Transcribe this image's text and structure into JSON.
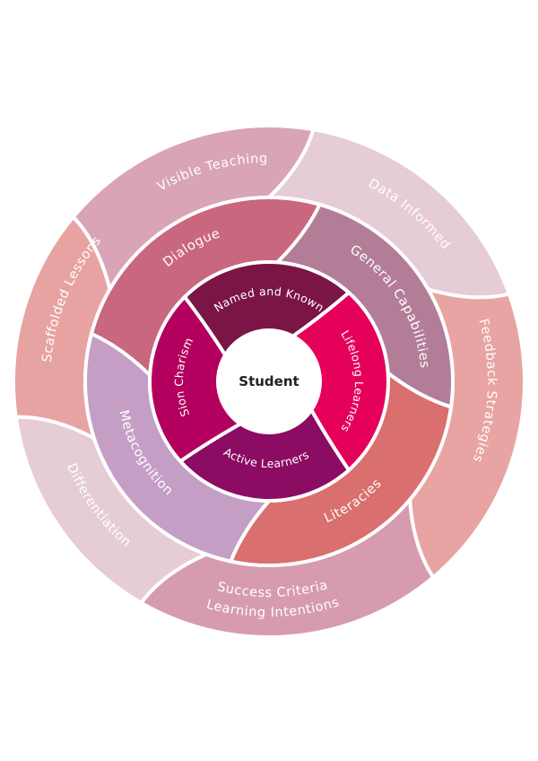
{
  "center": {
    "label": "Student"
  },
  "outer_ring": [
    {
      "label": "Visible Teaching",
      "color": "#d9a4b5"
    },
    {
      "label": "Data Informed",
      "color": "#e6ccd6"
    },
    {
      "label": "Feedback Strategies",
      "color": "#e8a4a2"
    },
    {
      "label": "Learning Intentions",
      "label2": "Success Criteria",
      "color": "#d79bae"
    },
    {
      "label": "Differentiation",
      "color": "#e6ccd5"
    },
    {
      "label": "Scaffolded Lessons",
      "color": "#e7a3a1"
    }
  ],
  "middle_ring": [
    {
      "label": "Dialogue",
      "color": "#c9677f"
    },
    {
      "label": "General Capabilities",
      "color": "#b37d97"
    },
    {
      "label": "Literacies",
      "color": "#d96f6e"
    },
    {
      "label": "Metacognition",
      "color": "#c59ec6"
    }
  ],
  "inner_ring": [
    {
      "label": "Named and Known",
      "color": "#7a1546"
    },
    {
      "label": "Lifelong Learners",
      "color": "#e5005a"
    },
    {
      "label": "Active Learners",
      "color": "#8c0b63"
    },
    {
      "label": "Sion Charism",
      "color": "#b3005e"
    }
  ]
}
